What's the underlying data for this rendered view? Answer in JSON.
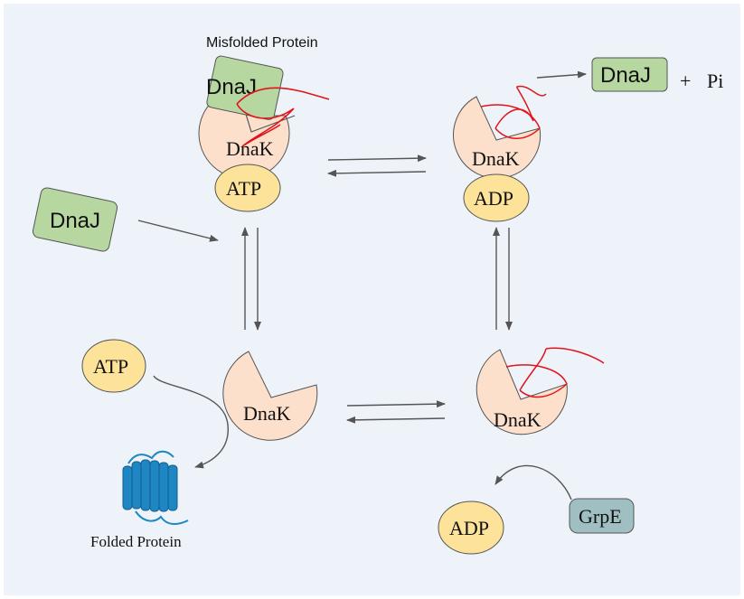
{
  "labels": {
    "misfolded_protein": "Misfolded Protein",
    "folded_protein": "Folded Protein",
    "dnaj": "DnaJ",
    "dnak": "DnaK",
    "atp": "ATP",
    "adp": "ADP",
    "grpe": "GrpE",
    "plus": "+",
    "pi": "Pi"
  },
  "colors": {
    "background": "#eef3f9",
    "dnak_fill": "#fde0cb",
    "atp_fill": "#fde39a",
    "dnaj_fill": "#b7d7a0",
    "grpe_fill": "#9fbfc2",
    "substrate_strand": "#e0141c",
    "arrow": "#555555",
    "folded_protein": "#1f86c4"
  }
}
